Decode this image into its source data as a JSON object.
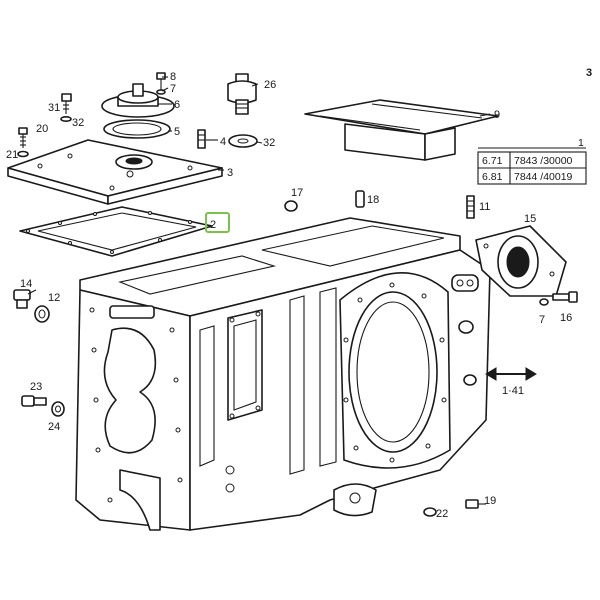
{
  "page_label": "3",
  "highlight_color": "#7cc24a",
  "callouts": {
    "c2": "2",
    "c3": "3",
    "c4": "4",
    "c5": "5",
    "c6": "6",
    "c7a": "7",
    "c7b": "7",
    "c8": "8",
    "c9": "9",
    "c11": "11",
    "c12": "12",
    "c14": "14",
    "c15": "15",
    "c16": "16",
    "c17": "17",
    "c18": "18",
    "c19": "19",
    "c20": "20",
    "c21": "21",
    "c22": "22",
    "c23": "23",
    "c24": "24",
    "c26": "26",
    "c31": "31",
    "c32a": "32",
    "c32b": "32"
  },
  "reference_arrow": "1·41",
  "serial_table": {
    "header": "1",
    "rows": [
      {
        "model": "6.71",
        "serial": "7843 /30000"
      },
      {
        "model": "6.81",
        "serial": "7844 /40019"
      }
    ]
  }
}
